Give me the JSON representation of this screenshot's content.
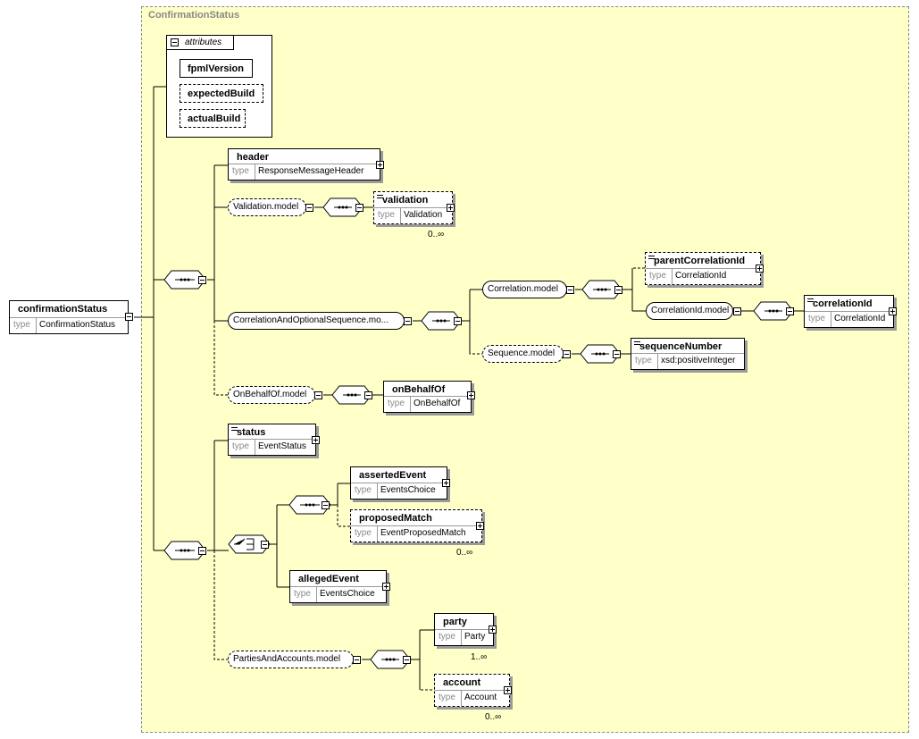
{
  "region_title": "ConfirmationStatus",
  "root": {
    "name": "confirmationStatus",
    "type": "ConfirmationStatus"
  },
  "attributes": {
    "label": "attributes",
    "items": [
      "fpmlVersion",
      "expectedBuild",
      "actualBuild"
    ]
  },
  "type_key": "type",
  "elements": {
    "header": {
      "name": "header",
      "type": "ResponseMessageHeader"
    },
    "validation": {
      "name": "validation",
      "type": "Validation",
      "card": "0..∞"
    },
    "parentCorrelationId": {
      "name": "parentCorrelationId",
      "type": "CorrelationId"
    },
    "correlationId": {
      "name": "correlationId",
      "type": "CorrelationId"
    },
    "sequenceNumber": {
      "name": "sequenceNumber",
      "type": "xsd:positiveInteger"
    },
    "onBehalfOf": {
      "name": "onBehalfOf",
      "type": "OnBehalfOf"
    },
    "status": {
      "name": "status",
      "type": "EventStatus"
    },
    "assertedEvent": {
      "name": "assertedEvent",
      "type": "EventsChoice"
    },
    "proposedMatch": {
      "name": "proposedMatch",
      "type": "EventProposedMatch",
      "card": "0..∞"
    },
    "allegedEvent": {
      "name": "allegedEvent",
      "type": "EventsChoice"
    },
    "party": {
      "name": "party",
      "type": "Party",
      "card": "1..∞"
    },
    "account": {
      "name": "account",
      "type": "Account",
      "card": "0..∞"
    }
  },
  "groups": {
    "validationModel": "Validation.model",
    "correlationAndOptionalSequence": "CorrelationAndOptionalSequence.mo...",
    "correlationModel": "Correlation.model",
    "correlationIdModel": "CorrelationId.model",
    "sequenceModel": "Sequence.model",
    "onBehalfOfModel": "OnBehalfOf.model",
    "partiesAndAccountsModel": "PartiesAndAccounts.model"
  }
}
